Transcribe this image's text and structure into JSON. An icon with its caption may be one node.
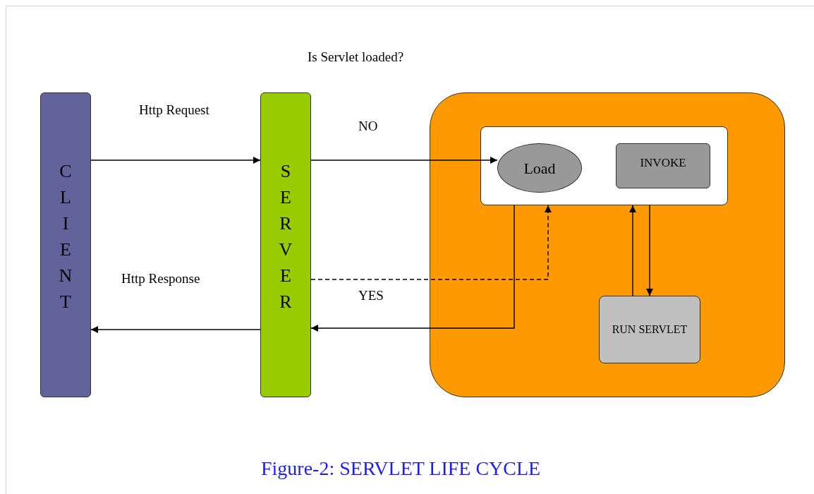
{
  "diagram": {
    "caption": "Figure-2: SERVLET LIFE CYCLE",
    "nodes": [
      {
        "text": [
          "CLIENT"
        ]
      },
      {
        "text": [
          "SERVER"
        ]
      },
      {
        "text": [],
        "shape": "box"
      },
      {
        "text": [],
        "shape": "box",
        "in": 2
      },
      {
        "text": [
          "Load"
        ],
        "in": 3
      },
      {
        "text": [
          "INVOKE"
        ],
        "in": 3
      },
      {
        "text": [
          "RUN SERVLET"
        ],
        "in": 2
      }
    ],
    "edges": [
      {
        "from": 0,
        "to": 1,
        "arrow": "to",
        "label": "Http Request"
      },
      {
        "from": 1,
        "to": 4,
        "arrow": "to",
        "label": "NO"
      },
      {
        "from": 1,
        "to": 3,
        "arrow": "to",
        "label": "YES",
        "style": "dashed"
      },
      {
        "from": 3,
        "to": 1,
        "arrow": "to"
      },
      {
        "from": 1,
        "to": 0,
        "arrow": "to",
        "label": "Http Response"
      },
      {
        "from": 6,
        "to": 3,
        "arrow": "to"
      },
      {
        "from": 3,
        "to": 6,
        "arrow": "to"
      }
    ],
    "labels": [
      "Is Servlet loaded?"
    ]
  }
}
